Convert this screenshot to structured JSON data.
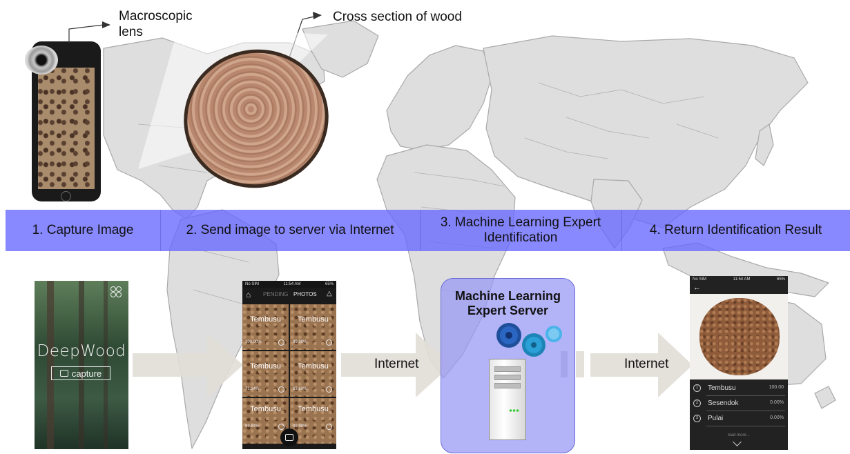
{
  "annotations": {
    "lens_label_line1": "Macroscopic",
    "lens_label_line2": "lens",
    "wood_label": "Cross section of wood"
  },
  "steps": [
    {
      "line1": "1. Capture Image",
      "line2": ""
    },
    {
      "line1": "2. Send image to server via Internet",
      "line2": ""
    },
    {
      "line1": "3. Machine Learning Expert",
      "line2": "Identification"
    },
    {
      "line1": "4. Return Identification Result",
      "line2": ""
    }
  ],
  "capture_app": {
    "brand": "DeepWood",
    "button_label": "capture"
  },
  "photos_app": {
    "status_carrier": "No SIM",
    "status_time": "11:54 AM",
    "status_battery": "65%",
    "tab_pending": "PENDING",
    "tab_photos": "PHOTOS",
    "tiles": [
      {
        "label": "Tembusu",
        "pct": "100.00%"
      },
      {
        "label": "Tembusu",
        "pct": "99.98%"
      },
      {
        "label": "Tembusu",
        "pct": "71.34%"
      },
      {
        "label": "Tembusu",
        "pct": "63.60%"
      },
      {
        "label": "Tembusu",
        "pct": "99.84%"
      },
      {
        "label": "Tembusu",
        "pct": "99.98%"
      }
    ]
  },
  "internet_label_1": "Internet",
  "internet_label_2": "Internet",
  "server": {
    "title_line1": "Machine Learning",
    "title_line2": "Expert Server"
  },
  "result_app": {
    "status_carrier": "No SIM",
    "status_time": "11:54 AM",
    "status_battery": "65%",
    "results": [
      {
        "rank": "1",
        "name": "Tembusu",
        "score": "100.00"
      },
      {
        "rank": "2",
        "name": "Sesendok",
        "score": "0.00%"
      },
      {
        "rank": "3",
        "name": "Pulai",
        "score": "0.00%"
      }
    ],
    "load_more": "load more..."
  },
  "colors": {
    "banner": "#6666ff",
    "server_box": "#9696f5",
    "map_land": "#dcdcdc",
    "map_border": "#a8a8a8",
    "arrow": "#e3e0da"
  }
}
